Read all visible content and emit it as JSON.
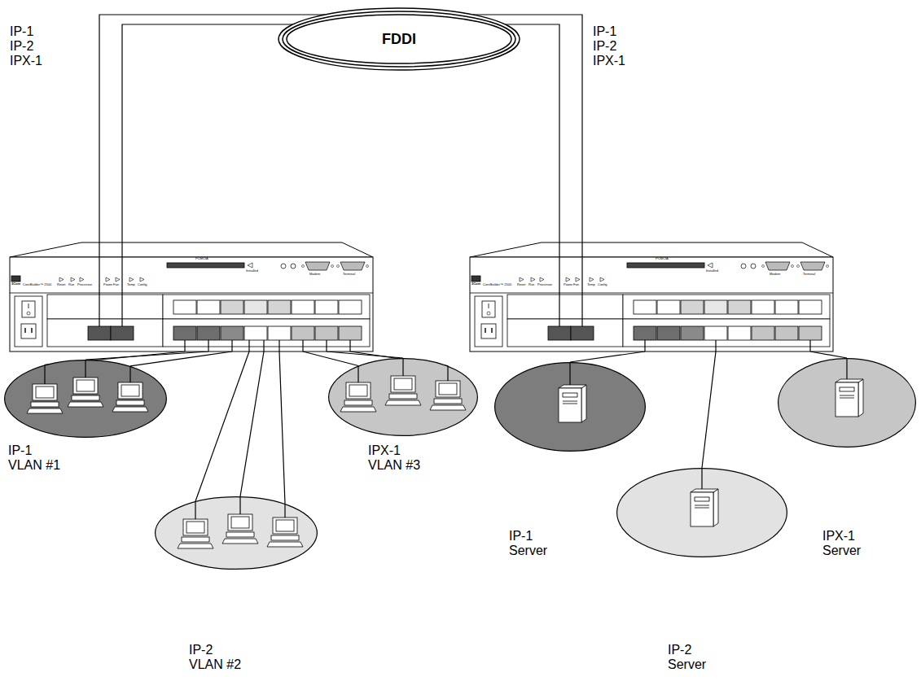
{
  "diagram": {
    "nodes": [
      {
        "text": [
          "FDDI"
        ]
      },
      {
        "text": [
          "3Com",
          "CoreBuilder™ 2500"
        ]
      },
      {
        "text": [
          "3Com",
          "CoreBuilder™ 2500"
        ]
      },
      {
        "text": [
          "IP-1 VLAN #1"
        ]
      },
      {
        "text": [
          "IP-2 VLAN #2"
        ]
      },
      {
        "text": [
          "IPX-1 VLAN #3"
        ]
      },
      {
        "text": [
          "IP-1 Server"
        ]
      },
      {
        "text": [
          "IP-2 Server"
        ]
      },
      {
        "text": [
          "IPX-1 Server"
        ]
      }
    ],
    "edges": [
      {
        "from": 1,
        "to": 0,
        "arrow": "none"
      },
      {
        "from": 1,
        "to": 0,
        "arrow": "none"
      },
      {
        "from": 2,
        "to": 0,
        "arrow": "none"
      },
      {
        "from": 2,
        "to": 0,
        "arrow": "none"
      },
      {
        "from": 1,
        "to": 3,
        "arrow": "none"
      },
      {
        "from": 1,
        "to": 3,
        "arrow": "none"
      },
      {
        "from": 1,
        "to": 3,
        "arrow": "none"
      },
      {
        "from": 1,
        "to": 4,
        "arrow": "none"
      },
      {
        "from": 1,
        "to": 4,
        "arrow": "none"
      },
      {
        "from": 1,
        "to": 4,
        "arrow": "none"
      },
      {
        "from": 1,
        "to": 5,
        "arrow": "none"
      },
      {
        "from": 1,
        "to": 5,
        "arrow": "none"
      },
      {
        "from": 1,
        "to": 5,
        "arrow": "none"
      },
      {
        "from": 2,
        "to": 6,
        "arrow": "none"
      },
      {
        "from": 2,
        "to": 7,
        "arrow": "none"
      },
      {
        "from": 2,
        "to": 8,
        "arrow": "none"
      }
    ],
    "labels": [
      "IP-1",
      "IP-2",
      "IPX-1",
      "IP-1",
      "IP-2",
      "IPX-1",
      "Reset",
      "Run",
      "Processor",
      "Power",
      "Fan",
      "Temp",
      "Config",
      "PCMCIA",
      "Installed",
      "Modem",
      "Terminal",
      "Reset",
      "Run",
      "Processor",
      "Power",
      "Fan",
      "Temp",
      "Config",
      "PCMCIA",
      "Installed",
      "Modem",
      "Terminal"
    ]
  }
}
